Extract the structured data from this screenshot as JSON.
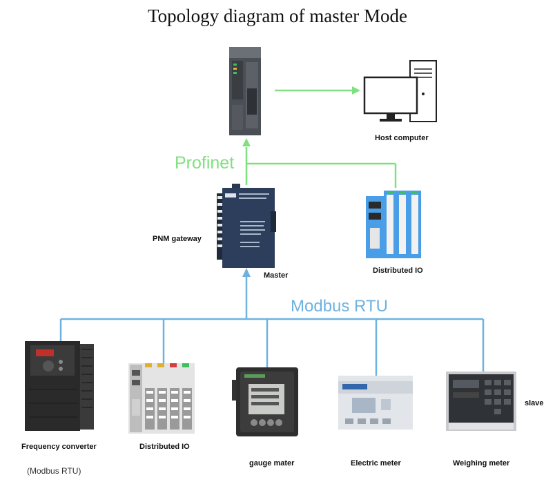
{
  "title": "Topology diagram of master Mode",
  "colors": {
    "profinet": "#7fe07f",
    "modbus": "#6fb2e0",
    "io_blue": "#4a9ee8"
  },
  "labels": {
    "host_computer": "Host computer",
    "profinet": "Profinet",
    "pnm_gateway": "PNM gateway",
    "master": "Master",
    "distributed_io_top": "Distributed IO",
    "modbus_rtu": "Modbus RTU",
    "frequency_converter": "Frequency converter",
    "frequency_converter_sub": "(Modbus RTU)",
    "distributed_io_bottom": "Distributed IO",
    "gauge_meter": "gauge mater",
    "electric_meter": "Electric meter",
    "weighing_meter": "Weighing meter",
    "slave": "slave"
  },
  "icons": [
    "plc",
    "desktop-computer",
    "gateway",
    "io-module",
    "frequency-converter",
    "power-meter",
    "electric-meter",
    "weighing-indicator"
  ]
}
